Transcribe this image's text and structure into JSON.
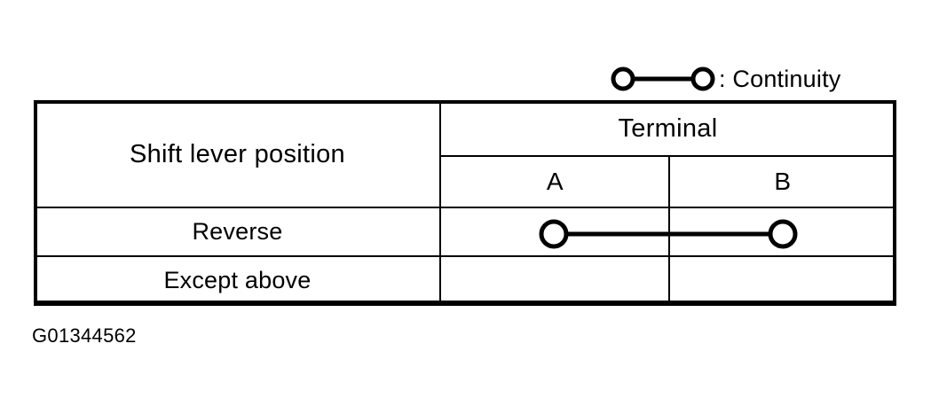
{
  "legend": {
    "symbol_name": "continuity-symbol",
    "label": ": Continuity",
    "ink_color": "#000000"
  },
  "table": {
    "headers": {
      "shift_lever_position": "Shift lever position",
      "terminal": "Terminal",
      "terminal_columns": [
        "A",
        "B"
      ]
    },
    "rows": [
      {
        "position": "Reverse",
        "a": "continuity",
        "b": "continuity",
        "continuity_between_a_and_b": true
      },
      {
        "position": "Except above",
        "a": "",
        "b": "",
        "continuity_between_a_and_b": false
      }
    ]
  },
  "caption": {
    "figure_id": "G01344562"
  },
  "colors": {
    "background": "#ffffff",
    "ink": "#000000"
  }
}
